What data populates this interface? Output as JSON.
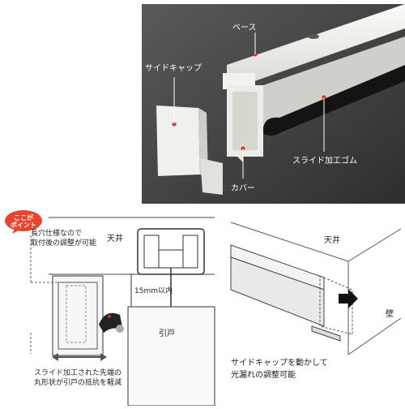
{
  "photo": {
    "labels": {
      "base": "ベース",
      "side_cap": "サイドキャップ",
      "slide_rubber": "スライド加工ゴム",
      "cover": "カバー"
    }
  },
  "badge": {
    "line1": "ここが",
    "line2": "ポイント"
  },
  "left_diagram": {
    "note_slot": [
      "長穴仕様なので",
      "取付後の調整が可能"
    ],
    "ceiling": "天井",
    "gap": "15mm以内",
    "door": "引戸",
    "note_rubber": [
      "スライド加工された先端の",
      "丸形状が引戸の抵抗を軽減"
    ]
  },
  "right_diagram": {
    "ceiling": "天井",
    "wall": "壁",
    "note": [
      "サイドキャップを動かして",
      "光漏れの調整可能"
    ]
  },
  "colors": {
    "badge": "#e8432e",
    "photo_bg": "#3a3a3a",
    "arrow": "#111111"
  }
}
